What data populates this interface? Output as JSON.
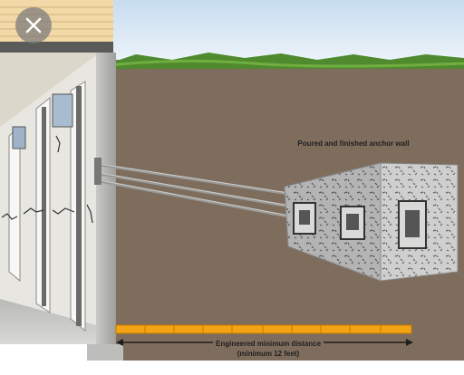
{
  "overlay": {
    "close_icon": "close-icon"
  },
  "labels": {
    "anchor_wall": "Poured and finished anchor wall",
    "distance_line1": "Engineered minimum distance",
    "distance_line2": "(minimum 12 feet)"
  },
  "colors": {
    "sky": "#dbe9f5",
    "soil": "#7e6d5d",
    "grass": "#4f8a2f",
    "concrete_wall": "#a8a8a6",
    "measure_bar": "#f2a412",
    "siding": "#f2d9a8"
  }
}
